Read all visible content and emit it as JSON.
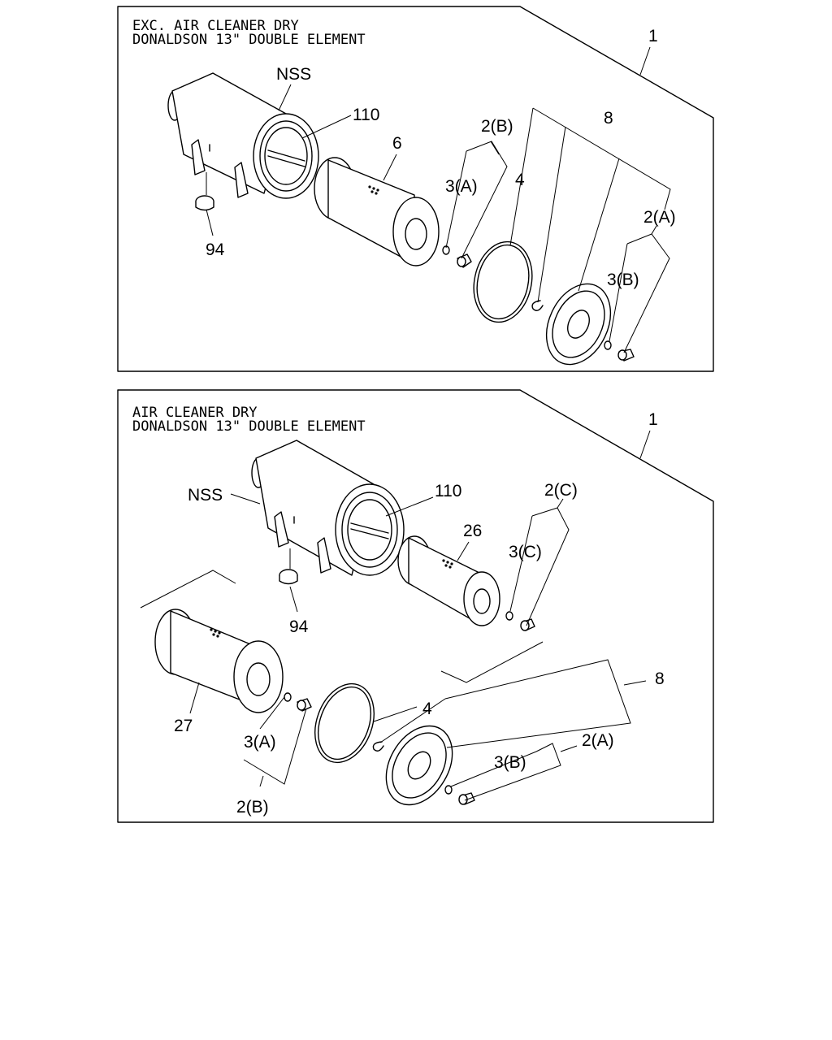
{
  "panel_top": {
    "title_line1": "EXC. AIR CLEANER DRY",
    "title_line2": "DONALDSON 13\" DOUBLE ELEMENT",
    "callouts": {
      "assembly": "1",
      "housing": "NSS",
      "seal_gasket": "110",
      "outer_element": "6",
      "wing_nut_group": "2(B)",
      "washer": "3(A)",
      "ring": "4",
      "cover": "8",
      "cover_nut_group": "2(A)",
      "cover_washer": "3(B)",
      "valve": "94"
    }
  },
  "panel_bottom": {
    "title_line1": "AIR CLEANER DRY",
    "title_line2": "DONALDSON 13\" DOUBLE ELEMENT",
    "callouts": {
      "assembly": "1",
      "housing": "NSS",
      "seal_gasket": "110",
      "inner_element": "26",
      "inner_nut_group": "2(C)",
      "inner_washer": "3(C)",
      "valve": "94",
      "outer_element": "27",
      "washer": "3(A)",
      "wing_nut_group": "2(B)",
      "ring": "4",
      "cover": "8",
      "cover_washer": "3(B)",
      "cover_nut_group": "2(A)"
    }
  }
}
